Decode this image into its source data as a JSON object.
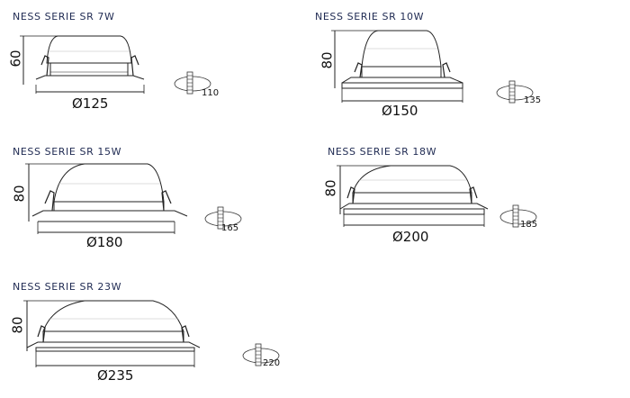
{
  "products": [
    {
      "title": "NESS SERIE SR 7W",
      "height": "60",
      "diameter": "Ø125",
      "cutout": "110"
    },
    {
      "title": "NESS SERIE SR 10W",
      "height": "80",
      "diameter": "Ø150",
      "cutout": "135"
    },
    {
      "title": "NESS SERIE SR 15W",
      "height": "80",
      "diameter": "Ø180",
      "cutout": "165"
    },
    {
      "title": "NESS SERIE SR 18W",
      "height": "80",
      "diameter": "Ø200",
      "cutout": "185"
    },
    {
      "title": "NESS SERIE SR 23W",
      "height": "80",
      "diameter": "Ø235",
      "cutout": "220"
    }
  ]
}
